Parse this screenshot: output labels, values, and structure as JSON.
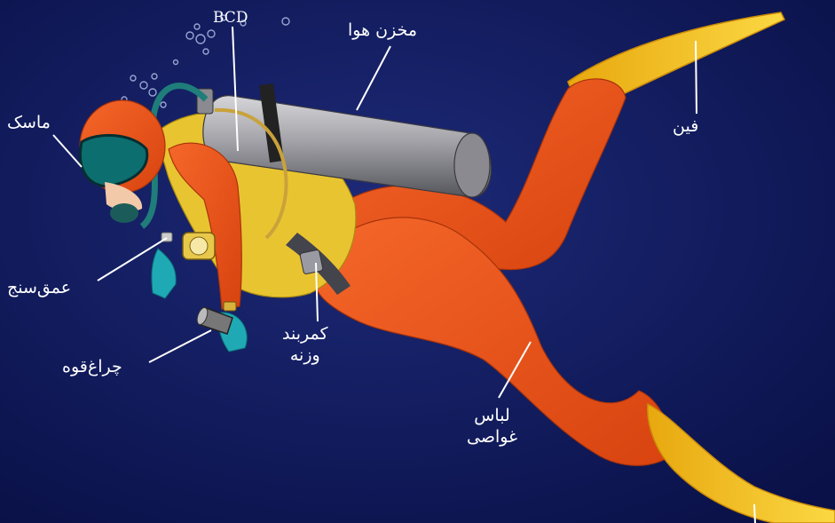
{
  "labels": {
    "bcd": "BCD",
    "air_tank": "مخزن هوا",
    "mask": "ماسک",
    "fin": "فین",
    "depth_gauge": "عمق‌سنج",
    "weight_belt_line1": "کمربند",
    "weight_belt_line2": "وزنه",
    "flashlight": "چراغ‌قوه",
    "wetsuit_line1": "لباس",
    "wetsuit_line2": "غواصی"
  },
  "colors": {
    "background": "#0c1552",
    "suit": "#f0531c",
    "bcd": "#e9c431",
    "tank": "#9c9ca2",
    "fins": "#f3c21f",
    "gloves": "#1fa9b5",
    "label_text": "#ffffff",
    "leader_line": "#ffffff"
  }
}
